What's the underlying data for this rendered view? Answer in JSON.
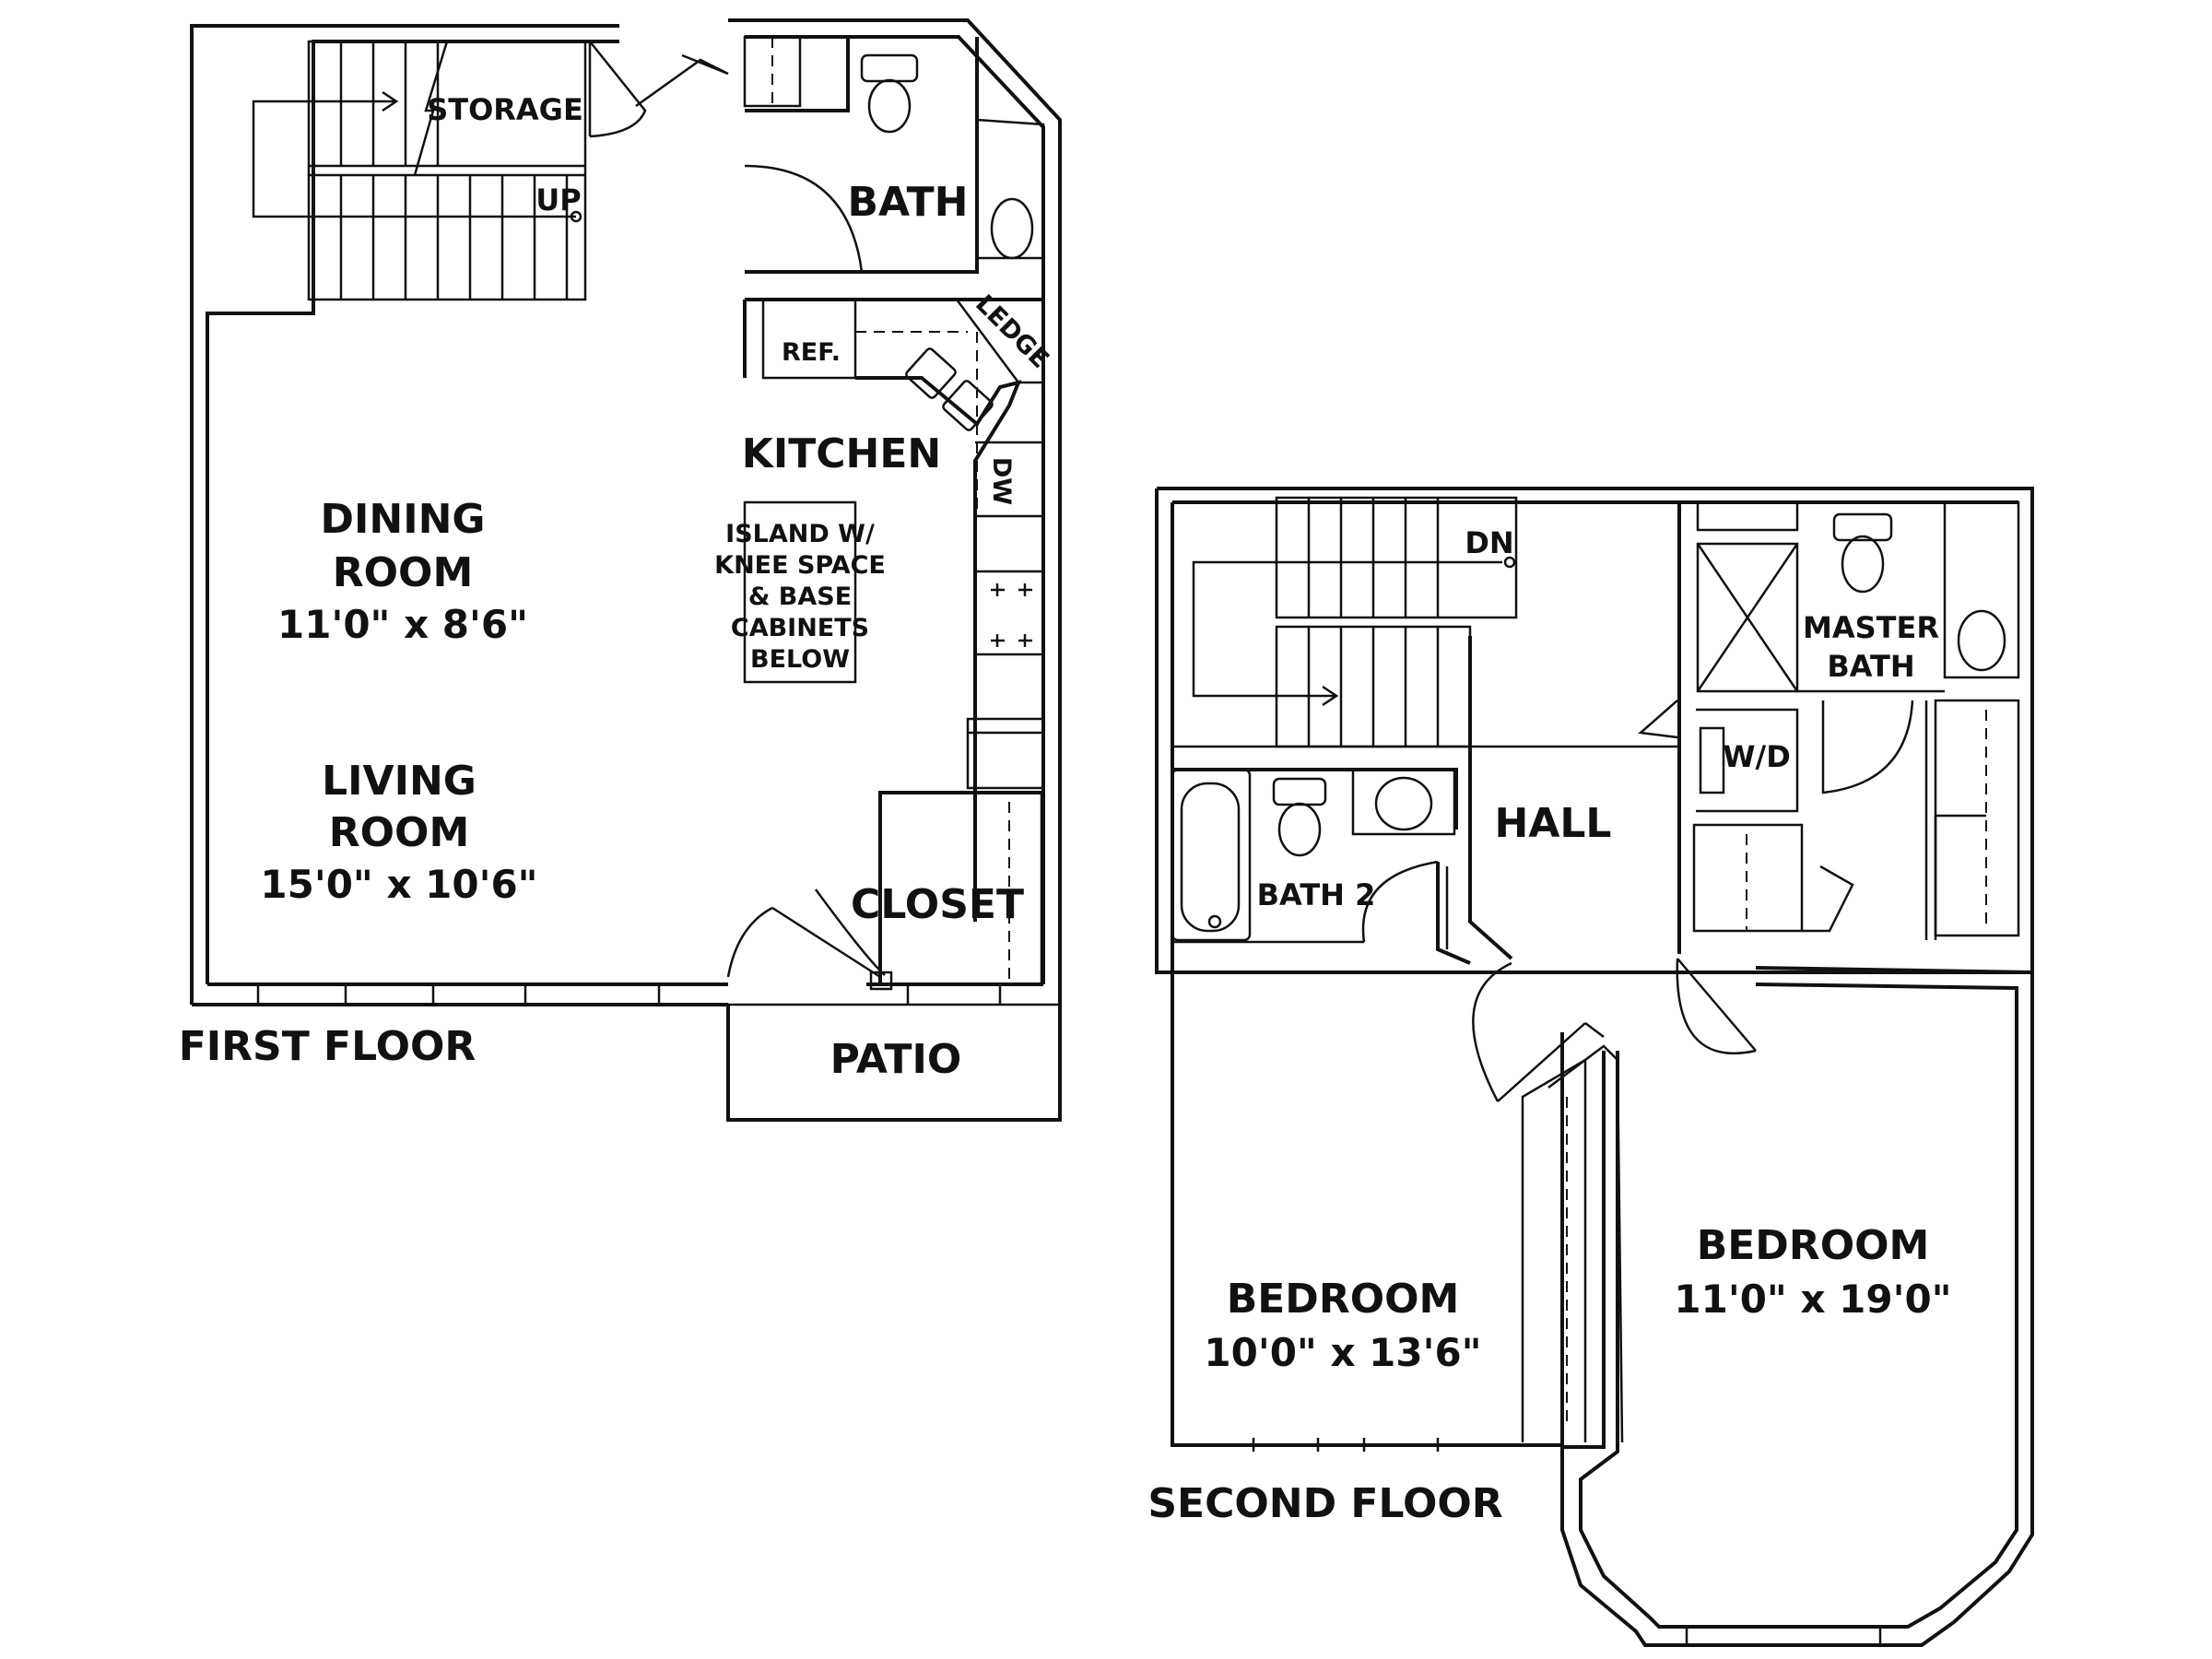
{
  "first_floor": {
    "floor_label": "FIRST FLOOR",
    "rooms": {
      "storage": "STORAGE",
      "bath": "BATH",
      "kitchen": "KITCHEN",
      "dining_name_1": "DINING",
      "dining_name_2": "ROOM",
      "dining_dims": "11'0\" x 8'6\"",
      "living_name_1": "LIVING",
      "living_name_2": "ROOM",
      "living_dims": "15'0\" x 10'6\"",
      "closet": "CLOSET",
      "patio": "PATIO"
    },
    "fixtures": {
      "up": "UP",
      "ref": "REF.",
      "ledge": "LEDGE",
      "dw": "DW",
      "island_lines": [
        "ISLAND W/",
        "KNEE SPACE",
        "& BASE",
        "CABINETS",
        "BELOW"
      ]
    }
  },
  "second_floor": {
    "floor_label": "SECOND FLOOR",
    "rooms": {
      "hall": "HALL",
      "master_bath_1": "MASTER",
      "master_bath_2": "BATH",
      "bath2": "BATH 2",
      "bedroom_left_name": "BEDROOM",
      "bedroom_left_dims": "10'0\" x 13'6\"",
      "bedroom_right_name": "BEDROOM",
      "bedroom_right_dims": "11'0\" x 19'0\""
    },
    "fixtures": {
      "dn": "DN",
      "wd": "W/D"
    }
  }
}
